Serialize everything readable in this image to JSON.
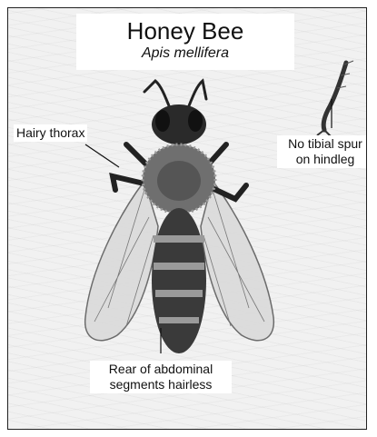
{
  "title": "Honey Bee",
  "subtitle": "Apis mellifera",
  "labels": {
    "thorax": "Hairy thorax",
    "spur_line1": "No tibial spur",
    "spur_line2": "on hindleg",
    "rear_line1": "Rear of abdominal",
    "rear_line2": "segments hairless"
  },
  "colors": {
    "background": "#f1f1f1",
    "label_bg": "#ffffff",
    "line": "#111111"
  }
}
